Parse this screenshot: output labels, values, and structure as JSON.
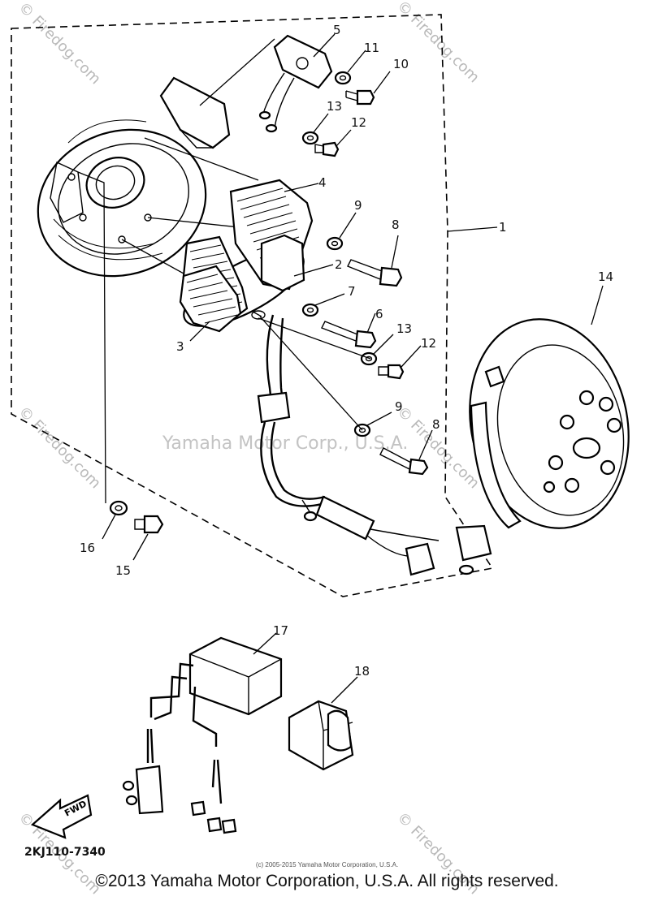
{
  "diagram": {
    "callouts": [
      "1",
      "2",
      "3",
      "4",
      "5",
      "6",
      "7",
      "8",
      "9",
      "10",
      "11",
      "12",
      "13",
      "14",
      "15",
      "16",
      "17",
      "18"
    ],
    "part_number": "2KJ110-7340",
    "fwd_label": "FWD",
    "center_watermark": "Yamaha Motor Corp., U.S.A.",
    "side_watermark": "© Firedog.com",
    "small_copyright": "(c) 2005-2015 Yamaha Motor Corporation, U.S.A."
  },
  "footer": {
    "copyright": "©2013 Yamaha Motor Corporation, U.S.A. All rights reserved."
  }
}
